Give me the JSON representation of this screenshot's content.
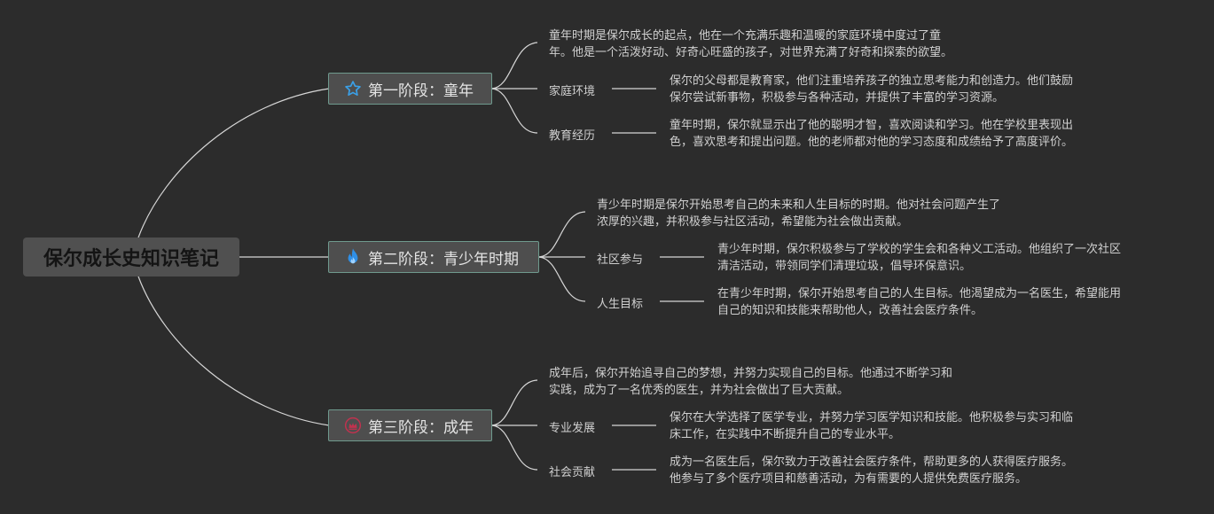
{
  "title": "保尔成长史知识笔记",
  "stages": [
    {
      "label": "第一阶段：童年",
      "icon": "star-icon",
      "icon_color": "#3aa0e8",
      "intro": [
        "童年时期是保尔成长的起点，他在一个充满乐趣和温暖的家庭环境中度过了童",
        "年。他是一个活泼好动、好奇心旺盛的孩子，对世界充满了好奇和探索的欲望。"
      ],
      "topics": [
        {
          "label": "家庭环境",
          "text": [
            "保尔的父母都是教育家，他们注重培养孩子的独立思考能力和创造力。他们鼓励",
            "保尔尝试新事物，积极参与各种活动，并提供了丰富的学习资源。"
          ]
        },
        {
          "label": "教育经历",
          "text": [
            "童年时期，保尔就显示出了他的聪明才智，喜欢阅读和学习。他在学校里表现出",
            "色，喜欢思考和提出问题。他的老师都对他的学习态度和成绩给予了高度评价。"
          ]
        }
      ]
    },
    {
      "label": "第二阶段：青少年时期",
      "icon": "flame-icon",
      "icon_color": "#2f8fe6",
      "intro": [
        "青少年时期是保尔开始思考自己的未来和人生目标的时期。他对社会问题产生了",
        "浓厚的兴趣，并积极参与社区活动，希望能为社会做出贡献。"
      ],
      "topics": [
        {
          "label": "社区参与",
          "text": [
            "青少年时期，保尔积极参与了学校的学生会和各种义工活动。他组织了一次社区",
            "清洁活动，带领同学们清理垃圾，倡导环保意识。"
          ]
        },
        {
          "label": "人生目标",
          "text": [
            "在青少年时期，保尔开始思考自己的人生目标。他渴望成为一名医生，希望能用",
            "自己的知识和技能来帮助他人，改善社会医疗条件。"
          ]
        }
      ]
    },
    {
      "label": "第三阶段：成年",
      "icon": "crown-icon",
      "icon_color": "#c0324e",
      "intro": [
        "成年后，保尔开始追寻自己的梦想，并努力实现自己的目标。他通过不断学习和",
        "实践，成为了一名优秀的医生，并为社会做出了巨大贡献。"
      ],
      "topics": [
        {
          "label": "专业发展",
          "text": [
            "保尔在大学选择了医学专业，并努力学习医学知识和技能。他积极参与实习和临",
            "床工作，在实践中不断提升自己的专业水平。"
          ]
        },
        {
          "label": "社会贡献",
          "text": [
            "成为一名医生后，保尔致力于改善社会医疗条件，帮助更多的人获得医疗服务。",
            "他参与了多个医疗项目和慈善活动，为有需要的人提供免费医疗服务。"
          ]
        }
      ]
    }
  ]
}
